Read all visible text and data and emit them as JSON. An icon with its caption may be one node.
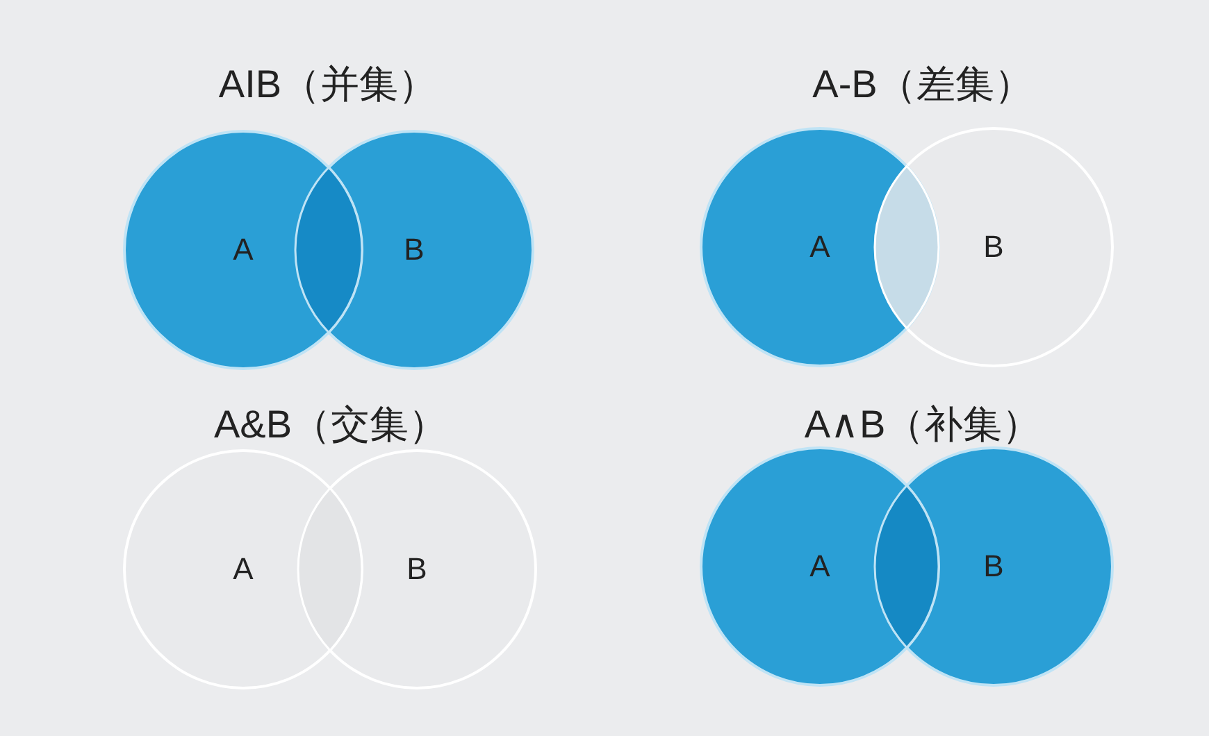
{
  "diagram": {
    "nodes": [
      {
        "text": [
          "A"
        ]
      },
      {
        "text": [
          "B"
        ]
      },
      {
        "text": [
          "A"
        ]
      },
      {
        "text": [
          "B"
        ]
      },
      {
        "text": [
          "A"
        ]
      },
      {
        "text": [
          "B"
        ]
      },
      {
        "text": [
          "A"
        ]
      },
      {
        "text": [
          "B"
        ]
      }
    ],
    "labels": [
      "AIB（并集）",
      "A-B（差集）",
      "A&B（交集）",
      "A∧B（补集）"
    ]
  }
}
